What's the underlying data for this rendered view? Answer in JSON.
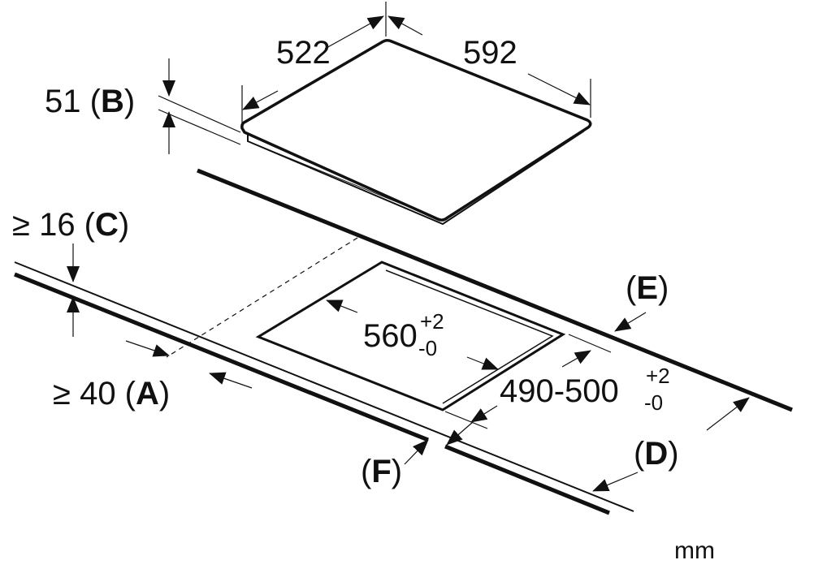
{
  "labels": {
    "width_depth": "522",
    "width_length": "592",
    "height_value": "51",
    "height_letter": "B",
    "cutout_length": "560",
    "cutout_length_tol_plus": "+2",
    "cutout_length_tol_minus": "-0",
    "cutout_depth": "490-500",
    "cutout_depth_tol_plus": "+2",
    "cutout_depth_tol_minus": "-0",
    "min_thickness": "≥ 16",
    "min_thickness_letter": "C",
    "min_front": "≥ 40",
    "min_front_letter": "A",
    "letter_E": "E",
    "letter_D": "D",
    "letter_F": "F",
    "unit": "mm"
  }
}
